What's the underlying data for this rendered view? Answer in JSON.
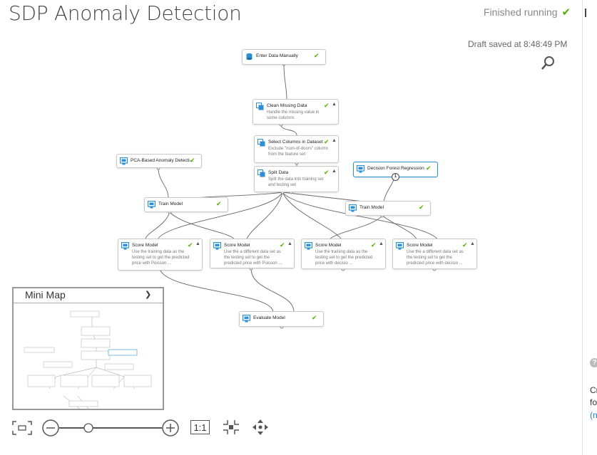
{
  "header": {
    "title": "SDP Anomaly Detection",
    "status": "Finished running",
    "draft_saved": "Draft saved at 8:48:49 PM"
  },
  "right_pane": {
    "t1": "Cr",
    "t2": "fo",
    "t3": "(n"
  },
  "nodes": [
    {
      "id": "enter",
      "title": "Enter Data Manually",
      "desc": ""
    },
    {
      "id": "clean",
      "title": "Clean Missing Data",
      "desc": "Handle the missing value in some columns"
    },
    {
      "id": "select",
      "title": "Select Columns in Dataset",
      "desc": "Exclude \"num-of-doors\" column from the feature set"
    },
    {
      "id": "pca",
      "title": "PCA-Based Anomaly Detecti...",
      "desc": ""
    },
    {
      "id": "split",
      "title": "Split Data",
      "desc": "Split the data into training set and testing set"
    },
    {
      "id": "dfr",
      "title": "Decision Forest Regression",
      "desc": ""
    },
    {
      "id": "train1",
      "title": "Train Model",
      "desc": ""
    },
    {
      "id": "train2",
      "title": "Train Model",
      "desc": ""
    },
    {
      "id": "score1",
      "title": "Score Model",
      "desc": "Use the training data as the testing set to get the predicted price with Poisson ..."
    },
    {
      "id": "score2",
      "title": "Score Model",
      "desc": "Use the a different data set as the testing set to get the predicted price with Poisson ..."
    },
    {
      "id": "score3",
      "title": "Score Model",
      "desc": "Use the training data as the testing set to get the predicted price with decisio ..."
    },
    {
      "id": "score4",
      "title": "Score Model",
      "desc": "Use the a different data set as the testing set to get the predicted price with decisio ..."
    },
    {
      "id": "eval",
      "title": "Evaluate Model",
      "desc": ""
    }
  ],
  "port_badge": "1",
  "minimap": {
    "title": "Mini Map"
  },
  "toolbar": {
    "actual_size": "1:1"
  },
  "colors": {
    "accent": "#2a8fd4",
    "success": "#55b100"
  }
}
